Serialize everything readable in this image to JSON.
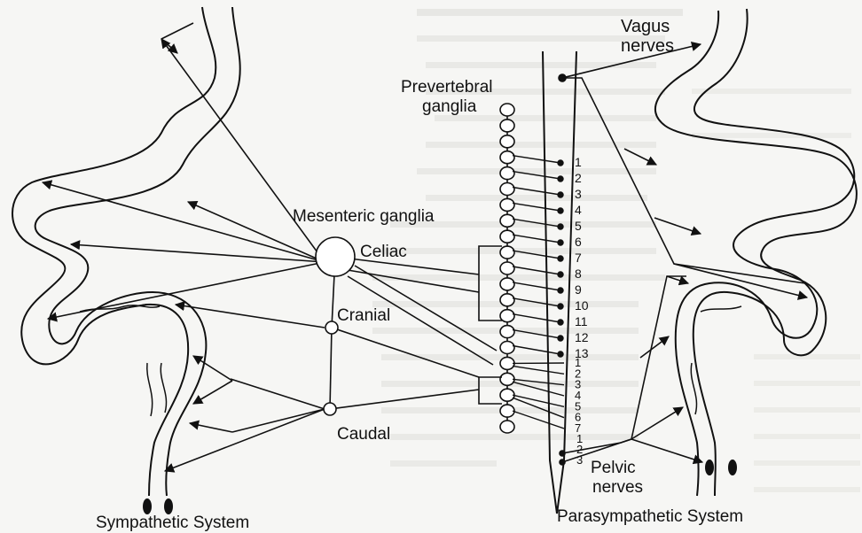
{
  "labels": {
    "vagus_1": "Vagus",
    "vagus_2": "nerves",
    "prevertebral_1": "Prevertebral",
    "prevertebral_2": "ganglia",
    "mesenteric": "Mesenteric ganglia",
    "celiac": "Celiac",
    "cranial": "Cranial",
    "caudal": "Caudal",
    "pelvic_1": "Pelvic",
    "pelvic_2": "nerves",
    "sympathetic_caption": "Sympathetic System",
    "parasympathetic_caption": "Parasympathetic System"
  },
  "thoracic_numbers": [
    "1",
    "2",
    "3",
    "4",
    "5",
    "6",
    "7",
    "8",
    "9",
    "10",
    "11",
    "12",
    "13"
  ],
  "lumbar_numbers": [
    "1",
    "2",
    "3",
    "4",
    "5",
    "6",
    "7"
  ],
  "sacral_numbers": [
    "1",
    "2",
    "3"
  ],
  "colors": {
    "ink": "#111111",
    "paper": "#f6f6f4",
    "bleed_text": "#c9c9c6"
  }
}
